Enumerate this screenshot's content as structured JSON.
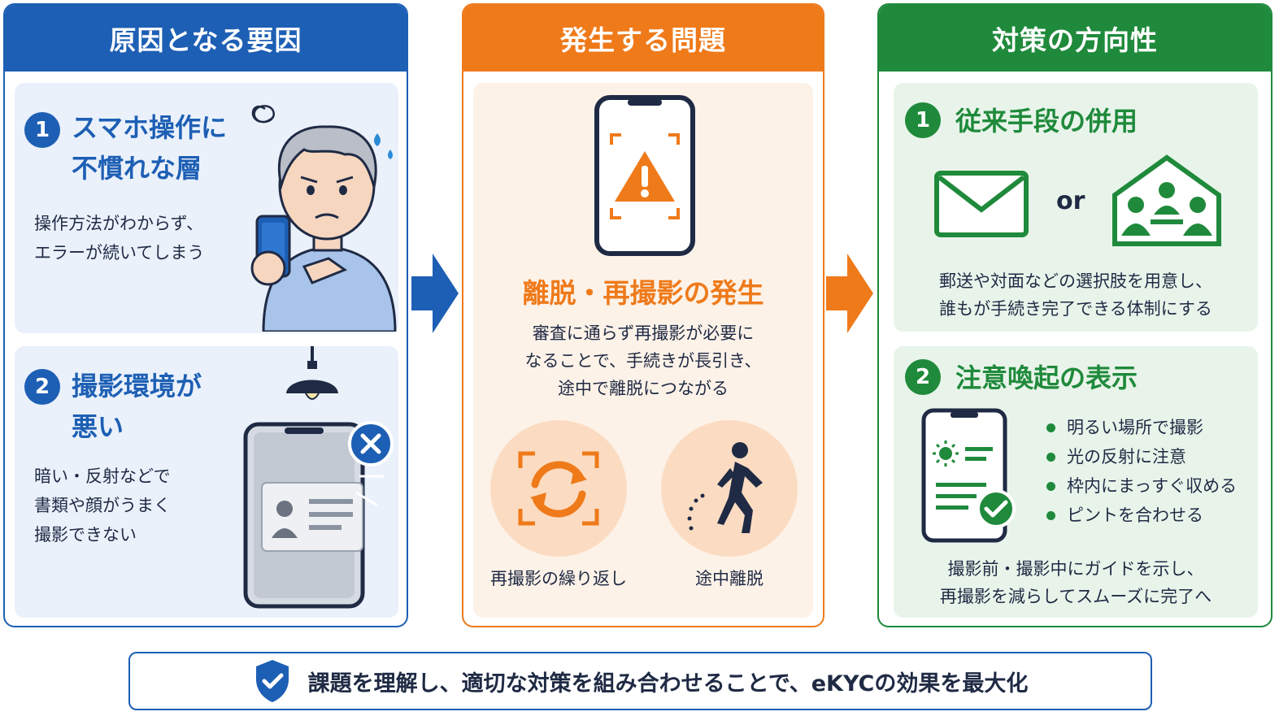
{
  "columns": [
    {
      "title": "原因となる要因",
      "items": [
        {
          "num": "1",
          "title_line1": "スマホ操作に",
          "title_line2": "不慣れな層",
          "text_line1": "操作方法がわからず、",
          "text_line2": "エラーが続いてしまう"
        },
        {
          "num": "2",
          "title_line1": "撮影環境が",
          "title_line2": "悪い",
          "text_line1": "暗い・反射などで",
          "text_line2": "書類や顔がうまく",
          "text_line3": "撮影できない"
        }
      ]
    },
    {
      "title": "発生する問題",
      "headline": "離脱・再撮影の発生",
      "text_line1": "審査に通らず再撮影が必要に",
      "text_line2": "なることで、手続きが長引き、",
      "text_line3": "途中で離脱につながる",
      "icons": [
        {
          "label": "再撮影の繰り返し"
        },
        {
          "label": "途中離脱"
        }
      ]
    },
    {
      "title": "対策の方向性",
      "items": [
        {
          "num": "1",
          "title": "従来手段の併用",
          "or_label": "or",
          "text_line1": "郵送や対面などの選択肢を用意し、",
          "text_line2": "誰もが手続き完了できる体制にする"
        },
        {
          "num": "2",
          "title": "注意喚起の表示",
          "bullets": [
            "明るい場所で撮影",
            "光の反射に注意",
            "枠内にまっすぐ収める",
            "ピントを合わせる"
          ],
          "text_line1": "撮影前・撮影中にガイドを示し、",
          "text_line2": "再撮影を減らしてスムーズに完了へ"
        }
      ]
    }
  ],
  "footer": {
    "text": "課題を理解し、適切な対策を組み合わせることで、eKYCの効果を最大化"
  },
  "colors": {
    "blue": "#1d5fb4",
    "orange": "#ef7a1a",
    "green": "#1f8a3b"
  }
}
